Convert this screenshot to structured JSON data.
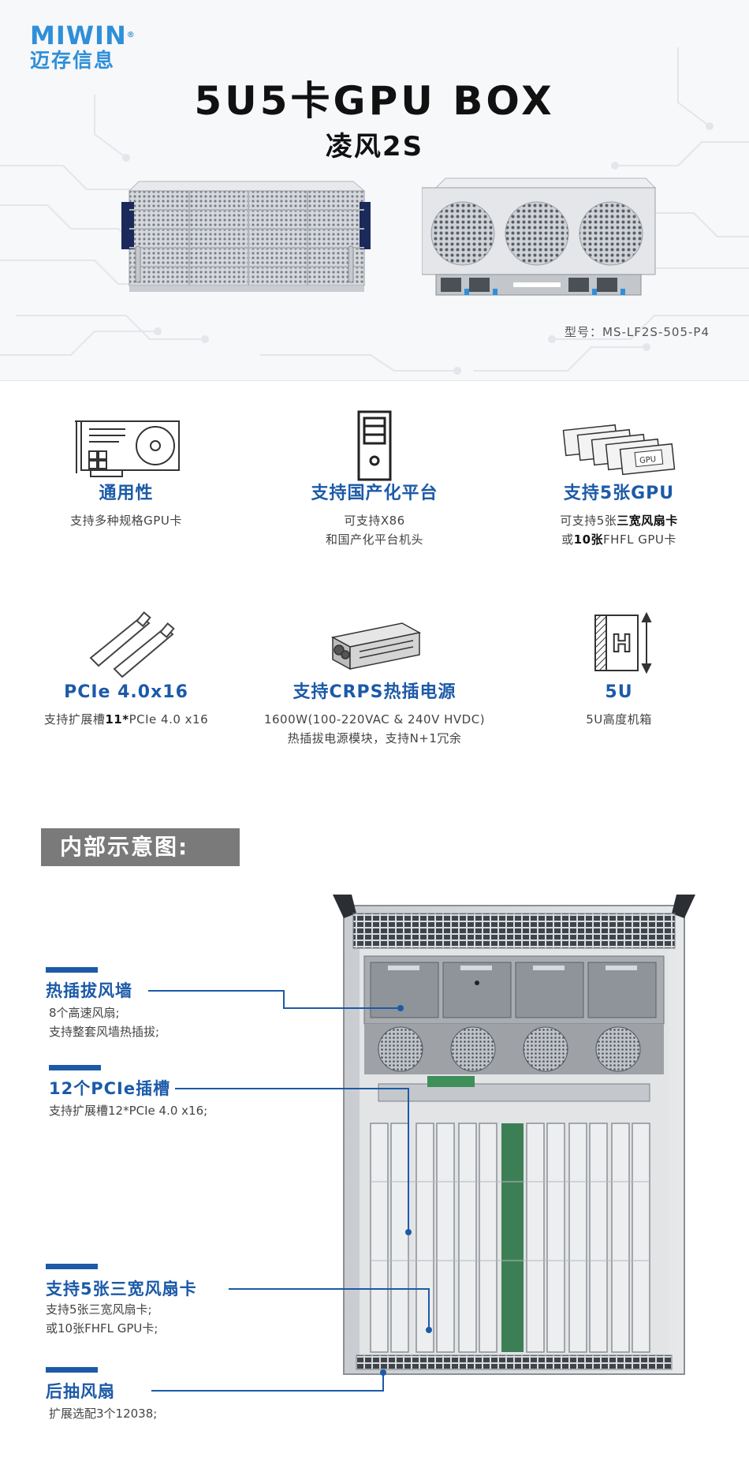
{
  "brand": {
    "logo_text": "MIWIN",
    "logo_cn": "迈存信息"
  },
  "hero": {
    "title": "5U5卡GPU BOX",
    "subtitle": "凌风2S",
    "model": "型号：MS-LF2S-505-P4"
  },
  "features": [
    {
      "icon": "gpu-card-icon",
      "title": "通用性",
      "desc": [
        "支持多种规格GPU卡"
      ]
    },
    {
      "icon": "tower-case-icon",
      "title": "支持国产化平台",
      "desc": [
        "可支持X86",
        "和国产化平台机头"
      ]
    },
    {
      "icon": "gpu-stack-icon",
      "title": "支持5张GPU",
      "desc_rich": {
        "l1a": "可支持5张",
        "l1b": "三宽风扇卡",
        "l2a": "或",
        "l2b": "10张",
        "l2c": "FHFL GPU卡"
      },
      "gpu_label": "GPU"
    },
    {
      "icon": "pcie-slot-icon",
      "title": "PCIe 4.0x16",
      "desc_rich": {
        "a": "支持扩展槽",
        "b": "11*",
        "c": "PCIe 4.0 x16"
      }
    },
    {
      "icon": "power-supply-icon",
      "title": "支持CRPS热插电源",
      "desc": [
        "1600W(100-220VAC & 240V HVDC)",
        "热插拔电源模块，支持N+1冗余"
      ]
    },
    {
      "icon": "height-5u-icon",
      "title": "5U",
      "desc": [
        "5U高度机箱"
      ]
    }
  ],
  "section": {
    "title": "内部示意图:"
  },
  "callouts": [
    {
      "title": "热插拔风墙",
      "desc": [
        "8个高速风扇;",
        "支持整套风墙热插拔;"
      ]
    },
    {
      "title": "12个PCIe插槽",
      "desc": [
        "支持扩展槽12*PCIe 4.0 x16;"
      ]
    },
    {
      "title": "支持5张三宽风扇卡",
      "desc": [
        "支持5张三宽风扇卡;",
        "或10张FHFL GPU卡;"
      ]
    },
    {
      "title": "后抽风扇",
      "desc": [
        "扩展选配3个12038;"
      ]
    }
  ],
  "colors": {
    "accent": "#1c5aa8",
    "logo": "#2f8fd8",
    "section_bg": "#7a7a7a"
  }
}
